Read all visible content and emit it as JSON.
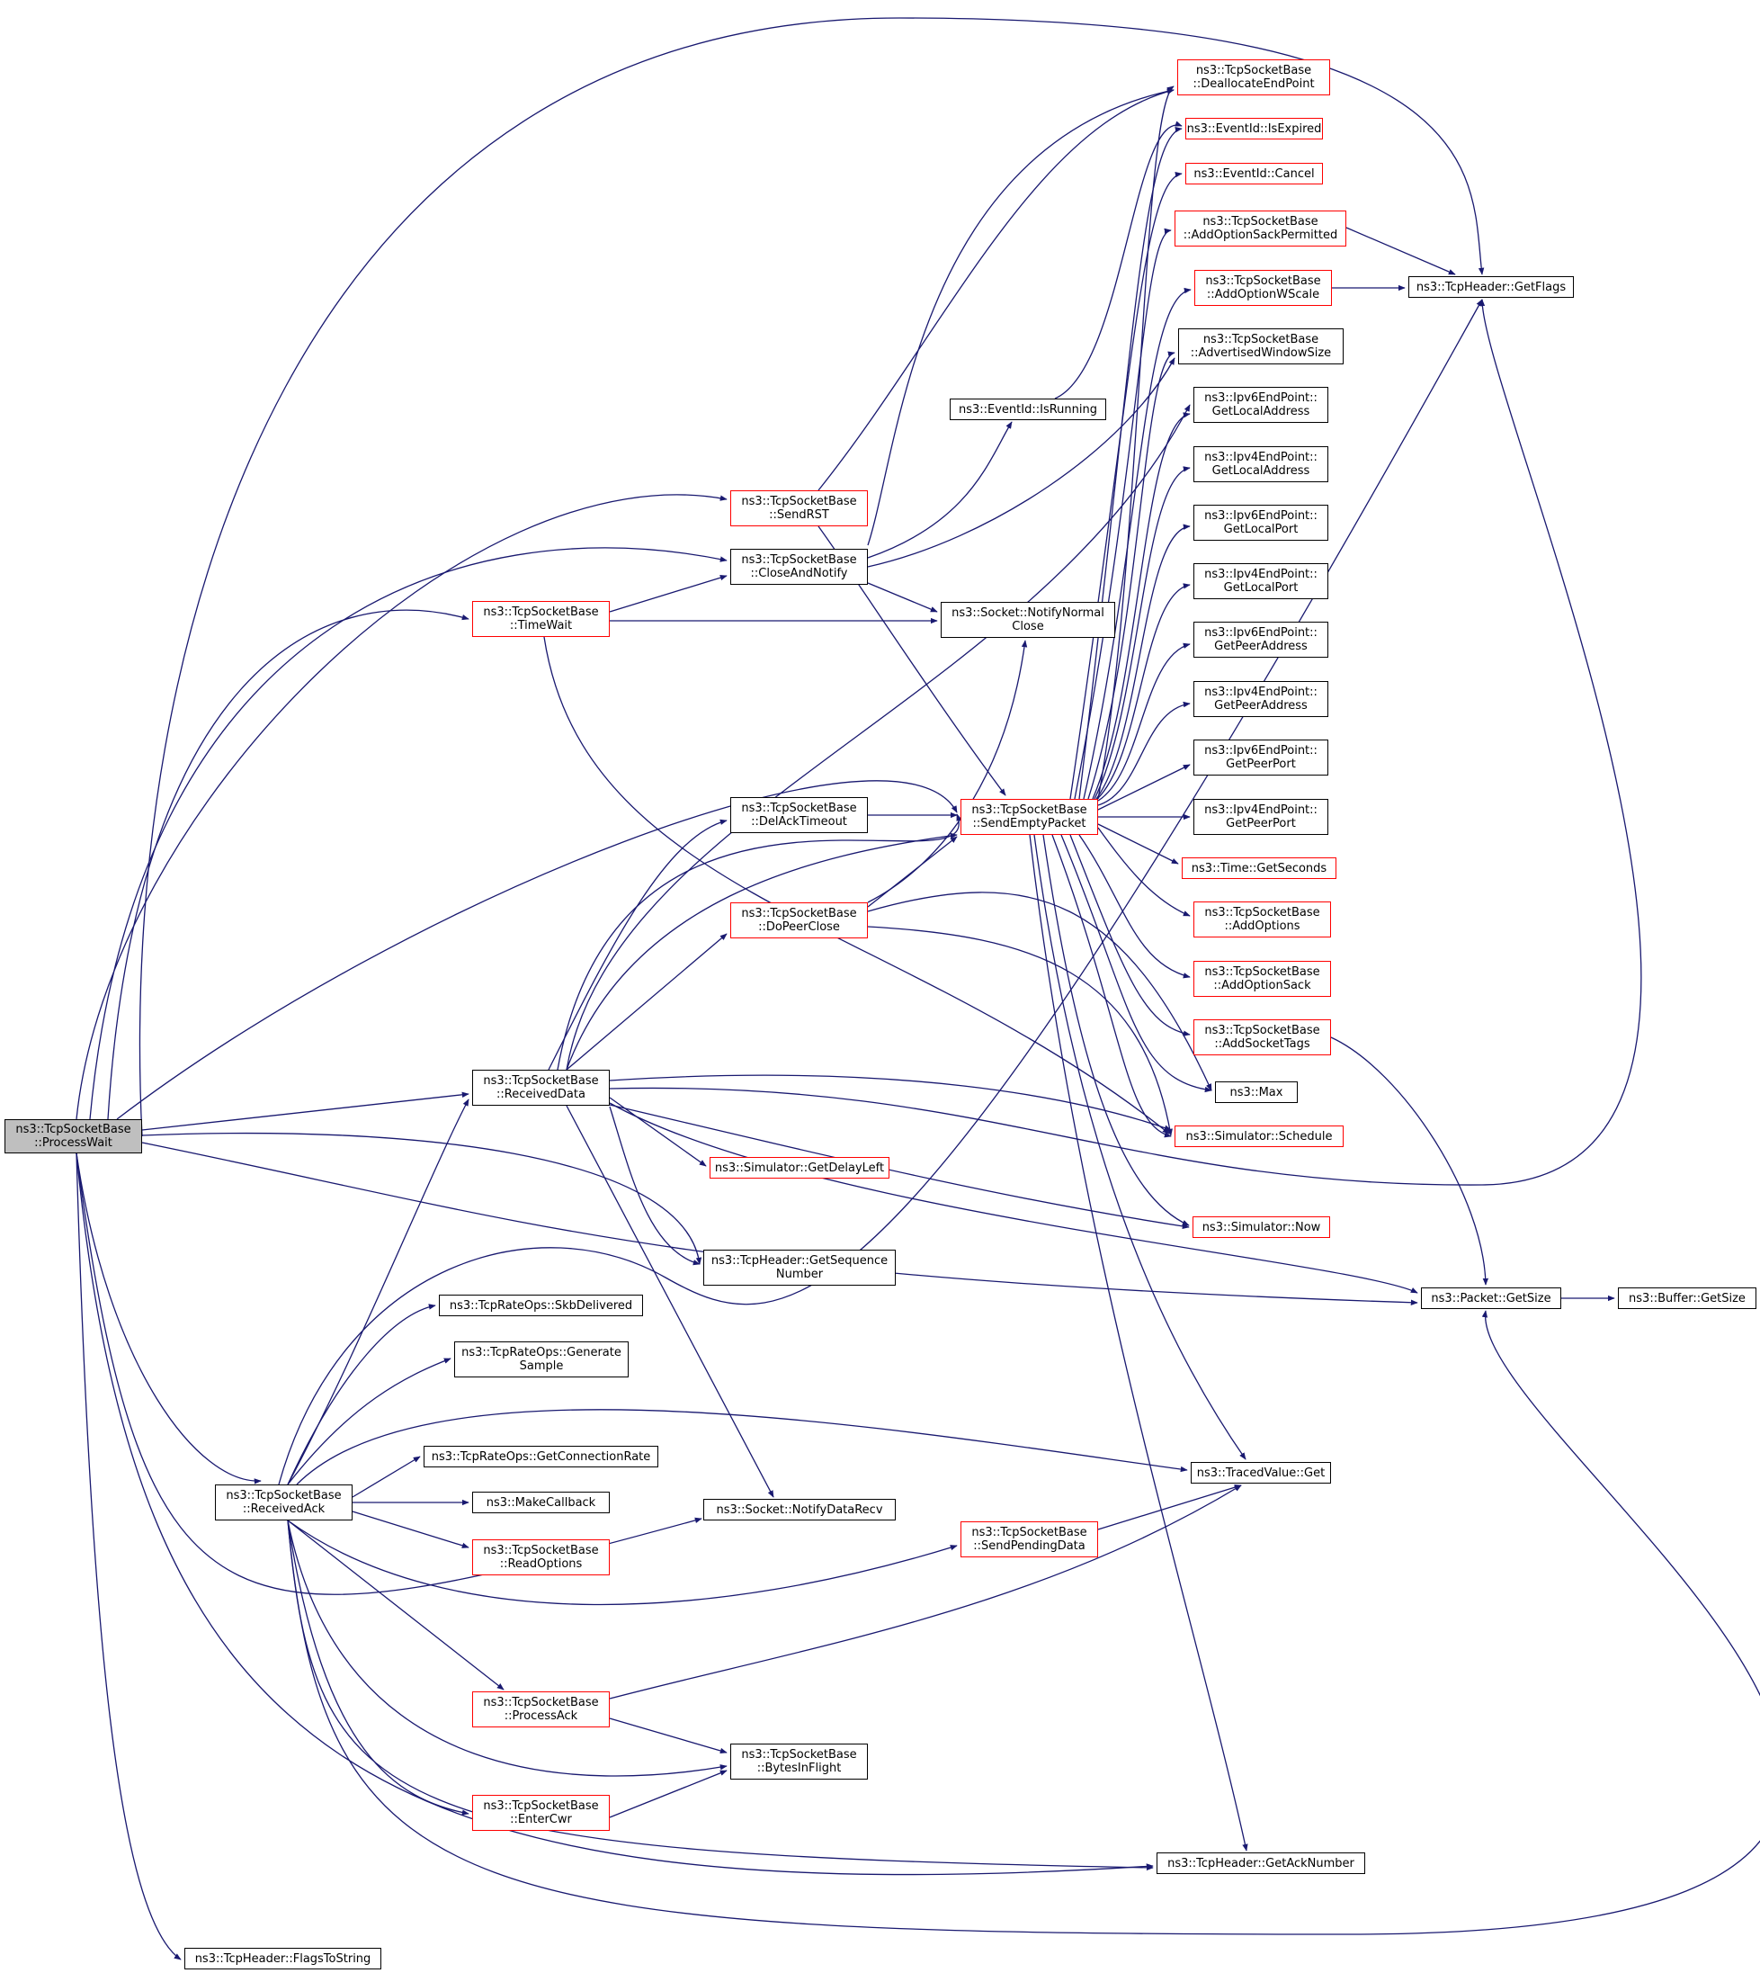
{
  "colors": {
    "edge": "#191970",
    "node_border": "#000000",
    "node_border_highlight": "#ff0000",
    "root_fill": "#bfbfbf"
  },
  "nodes": {
    "process_wait": "ns3::TcpSocketBase\n::ProcessWait",
    "received_data": "ns3::TcpSocketBase\n::ReceivedData",
    "received_ack": "ns3::TcpSocketBase\n::ReceivedAck",
    "flags_to_string": "ns3::TcpHeader::FlagsToString",
    "send_rst": "ns3::TcpSocketBase\n::SendRST",
    "close_and_notify": "ns3::TcpSocketBase\n::CloseAndNotify",
    "time_wait": "ns3::TcpSocketBase\n::TimeWait",
    "del_ack_timeout": "ns3::TcpSocketBase\n::DelAckTimeout",
    "do_peer_close": "ns3::TcpSocketBase\n::DoPeerClose",
    "get_delay_left": "ns3::Simulator::GetDelayLeft",
    "get_sequence_number": "ns3::TcpHeader::GetSequence\nNumber",
    "skb_delivered": "ns3::TcpRateOps::SkbDelivered",
    "generate_sample": "ns3::TcpRateOps::Generate\nSample",
    "get_connection_rate": "ns3::TcpRateOps::GetConnectionRate",
    "make_callback": "ns3::MakeCallback",
    "read_options": "ns3::TcpSocketBase\n::ReadOptions",
    "notify_data_recv": "ns3::Socket::NotifyDataRecv",
    "process_ack": "ns3::TcpSocketBase\n::ProcessAck",
    "bytes_in_flight": "ns3::TcpSocketBase\n::BytesInFlight",
    "enter_cwr": "ns3::TcpSocketBase\n::EnterCwr",
    "event_is_running": "ns3::EventId::IsRunning",
    "notify_normal_close": "ns3::Socket::NotifyNormal\nClose",
    "send_empty_packet": "ns3::TcpSocketBase\n::SendEmptyPacket",
    "send_pending_data": "ns3::TcpSocketBase\n::SendPendingData",
    "deallocate_end_point": "ns3::TcpSocketBase\n::DeallocateEndPoint",
    "event_is_expired": "ns3::EventId::IsExpired",
    "event_cancel": "ns3::EventId::Cancel",
    "add_option_sack_permitted": "ns3::TcpSocketBase\n::AddOptionSackPermitted",
    "add_option_wscale": "ns3::TcpSocketBase\n::AddOptionWScale",
    "advertised_window_size": "ns3::TcpSocketBase\n::AdvertisedWindowSize",
    "ipv6_get_local_address": "ns3::Ipv6EndPoint::\nGetLocalAddress",
    "ipv4_get_local_address": "ns3::Ipv4EndPoint::\nGetLocalAddress",
    "ipv6_get_local_port": "ns3::Ipv6EndPoint::\nGetLocalPort",
    "ipv4_get_local_port": "ns3::Ipv4EndPoint::\nGetLocalPort",
    "ipv6_get_peer_address": "ns3::Ipv6EndPoint::\nGetPeerAddress",
    "ipv4_get_peer_address": "ns3::Ipv4EndPoint::\nGetPeerAddress",
    "ipv6_get_peer_port": "ns3::Ipv6EndPoint::\nGetPeerPort",
    "ipv4_get_peer_port": "ns3::Ipv4EndPoint::\nGetPeerPort",
    "time_get_seconds": "ns3::Time::GetSeconds",
    "add_options": "ns3::TcpSocketBase\n::AddOptions",
    "add_option_sack": "ns3::TcpSocketBase\n::AddOptionSack",
    "add_socket_tags": "ns3::TcpSocketBase\n::AddSocketTags",
    "max": "ns3::Max",
    "simulator_schedule": "ns3::Simulator::Schedule",
    "simulator_now": "ns3::Simulator::Now",
    "traced_value_get": "ns3::TracedValue::Get",
    "get_ack_number": "ns3::TcpHeader::GetAckNumber",
    "get_flags": "ns3::TcpHeader::GetFlags",
    "packet_get_size": "ns3::Packet::GetSize",
    "buffer_get_size": "ns3::Buffer::GetSize"
  }
}
